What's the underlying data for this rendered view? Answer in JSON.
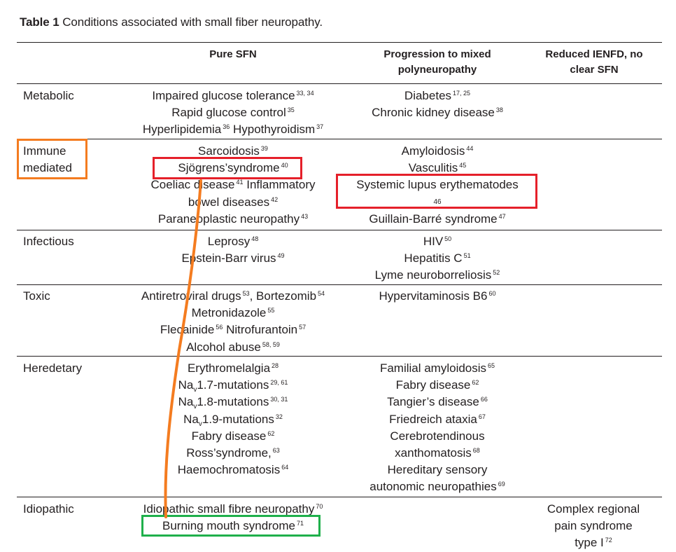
{
  "caption": {
    "label": "Table 1",
    "text": "Conditions associated with small fiber neuropathy."
  },
  "headers": {
    "pure": "Pure SFN",
    "prog_line1": "Progression to mixed",
    "prog_line2": "polyneuropathy",
    "red_line1": "Reduced IENFD, no",
    "red_line2": "clear SFN"
  },
  "rows": {
    "metabolic": {
      "category": "Metabolic",
      "pure": [
        "Impaired glucose tolerance",
        "33, 34",
        "Rapid glucose control",
        "35",
        "Hyperlipidemia",
        "36",
        "Hypothyroidism",
        "37"
      ],
      "prog": [
        "Diabetes",
        "17, 25",
        "Chronic kidney disease",
        "38"
      ]
    },
    "immune": {
      "category_line1": "Immune",
      "category_line2": "mediated",
      "pure": [
        "Sarcoidosis",
        "39",
        "Sjögrens’syndrome",
        "40",
        "Coeliac disease",
        "41",
        "Inflammatory",
        "bowel diseases",
        "42",
        "Paraneoplastic neuropathy",
        "43"
      ],
      "prog": [
        "Amyloidosis",
        "44",
        "Vasculitis",
        "45",
        "Systemic lupus erythematodes",
        "46",
        "Guillain-Barré syndrome",
        "47"
      ]
    },
    "infectious": {
      "category": "Infectious",
      "pure": [
        "Leprosy",
        "48",
        "Epstein-Barr virus",
        "49"
      ],
      "prog": [
        "HIV",
        "50",
        "Hepatitis C",
        "51",
        "Lyme neuroborreliosis",
        "52"
      ]
    },
    "toxic": {
      "category": "Toxic",
      "pure": [
        "Antiretroviral drugs",
        "53",
        ", Bortezomib",
        "54",
        "Metronidazole",
        "55",
        "Flecainide",
        "56",
        "Nitrofurantoin",
        "57",
        "Alcohol abuse",
        "58, 59"
      ],
      "prog": [
        "Hypervitaminosis B6",
        "60"
      ]
    },
    "heredetary": {
      "category": "Heredetary",
      "pure": [
        "Erythromelalgia",
        "28",
        "Na",
        "v",
        "1.7-mutations",
        "29, 61",
        "Na",
        "v",
        "1.8-mutations",
        "30, 31",
        "Na",
        "v",
        "1.9-mutations",
        "32",
        "Fabry disease",
        "62",
        "Ross’syndrome,",
        "63",
        "Haemochromatosis",
        "64"
      ],
      "prog": [
        "Familial amyloidosis",
        "65",
        "Fabry disease",
        "62",
        "Tangier’s disease",
        "66",
        "Friedreich ataxia",
        "67",
        "Cerebrotendinous",
        "xanthomatosis",
        "68",
        "Hereditary sensory",
        "autonomic neuropathies",
        "69"
      ]
    },
    "idiopathic": {
      "category": "Idiopathic",
      "pure": [
        "Idiopathic small fibre neuropathy",
        "70",
        "Burning mouth syndrome",
        "71"
      ],
      "reduced": [
        "Complex regional",
        "pain syndrome",
        "type I",
        "72"
      ]
    }
  },
  "annotation_colors": {
    "orange": "#f47c20",
    "red": "#e5202a",
    "green": "#1fb04b"
  }
}
